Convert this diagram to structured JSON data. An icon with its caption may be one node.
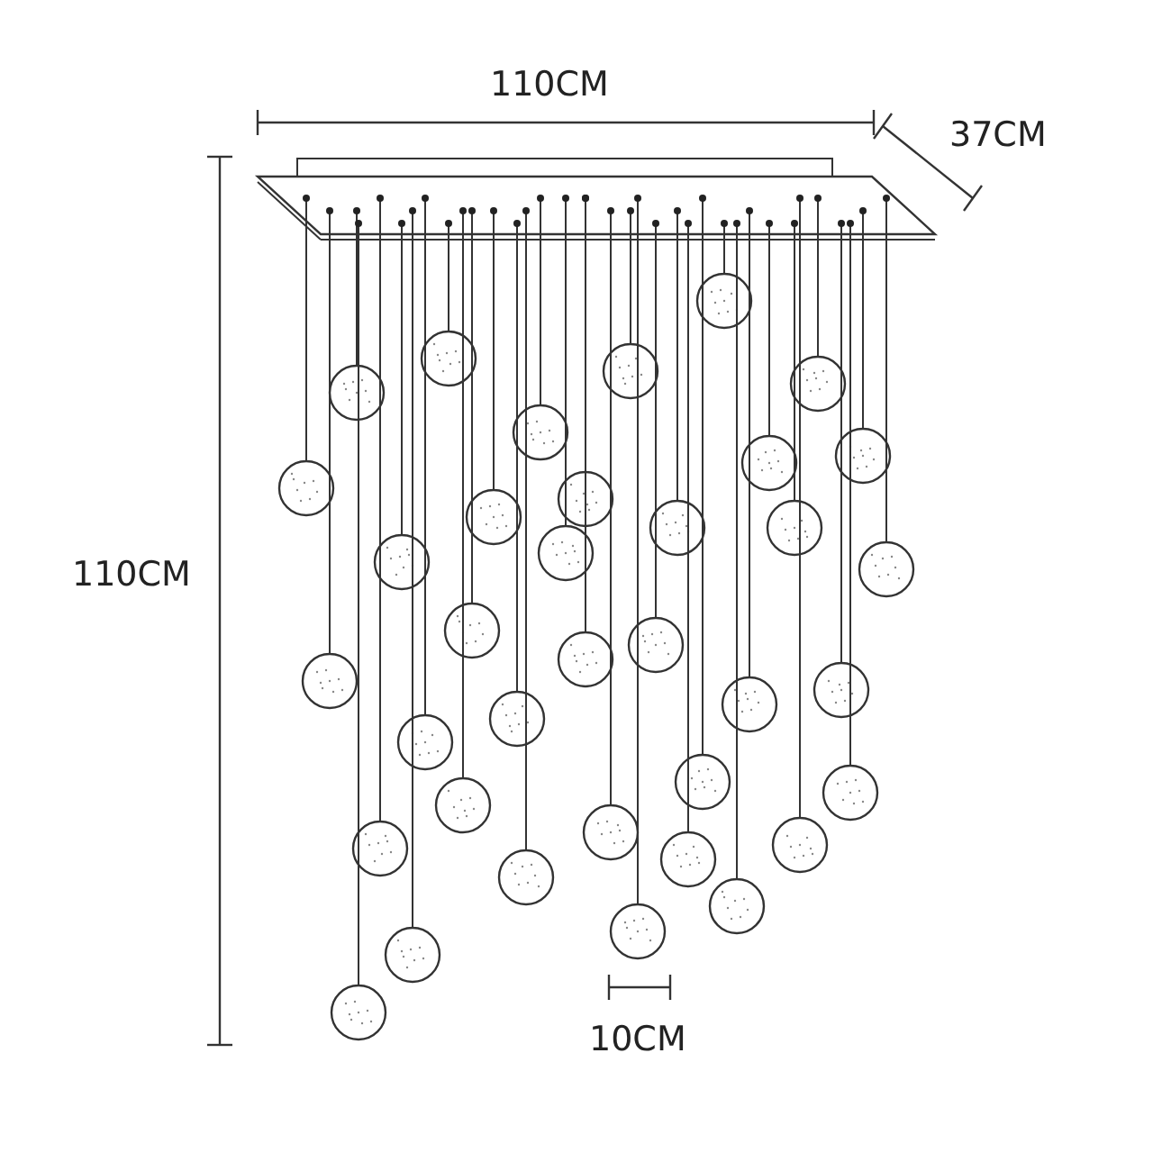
{
  "diagram": {
    "labels": [
      "110CM",
      "37CM",
      "110CM",
      "10CM"
    ]
  }
}
